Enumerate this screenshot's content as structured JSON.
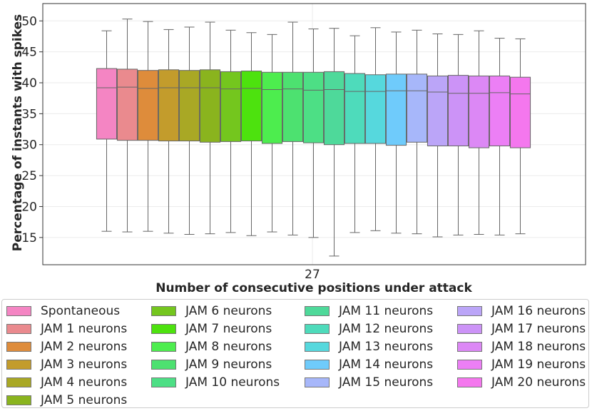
{
  "chart_data": {
    "type": "box",
    "xlabel": "Number of consecutive positions under attack",
    "ylabel": "Percentage of instants with spikes",
    "categories": [
      "27"
    ],
    "ylim": [
      10.6,
      52.8
    ],
    "yticks": [
      15,
      20,
      25,
      30,
      35,
      40,
      45,
      50
    ],
    "grid": true,
    "legend_placement": "bottom",
    "series": [
      {
        "name": "Spontaneous",
        "color": "#f485c3",
        "whisker_low": 16.0,
        "q1": 30.9,
        "median": 39.2,
        "q3": 42.3,
        "whisker_high": 48.4
      },
      {
        "name": "JAM 1 neurons",
        "color": "#ea8a8e",
        "whisker_low": 15.9,
        "q1": 30.7,
        "median": 39.3,
        "q3": 42.2,
        "whisker_high": 50.3
      },
      {
        "name": "JAM 2 neurons",
        "color": "#de8c3b",
        "whisker_low": 16.0,
        "q1": 30.7,
        "median": 39.1,
        "q3": 42.0,
        "whisker_high": 49.9
      },
      {
        "name": "JAM 3 neurons",
        "color": "#c39c2c",
        "whisker_low": 15.7,
        "q1": 30.6,
        "median": 39.2,
        "q3": 42.1,
        "whisker_high": 48.6
      },
      {
        "name": "JAM 4 neurons",
        "color": "#a9a825",
        "whisker_low": 15.5,
        "q1": 30.6,
        "median": 39.2,
        "q3": 42.0,
        "whisker_high": 49.0
      },
      {
        "name": "JAM 5 neurons",
        "color": "#8ab41e",
        "whisker_low": 15.6,
        "q1": 30.4,
        "median": 39.2,
        "q3": 42.1,
        "whisker_high": 49.8
      },
      {
        "name": "JAM 6 neurons",
        "color": "#74c61e",
        "whisker_low": 15.8,
        "q1": 30.5,
        "median": 39.0,
        "q3": 41.8,
        "whisker_high": 48.5
      },
      {
        "name": "JAM 7 neurons",
        "color": "#4de20e",
        "whisker_low": 15.3,
        "q1": 30.6,
        "median": 39.1,
        "q3": 41.9,
        "whisker_high": 48.1
      },
      {
        "name": "JAM 8 neurons",
        "color": "#4ded4e",
        "whisker_low": 15.9,
        "q1": 30.2,
        "median": 38.9,
        "q3": 41.7,
        "whisker_high": 47.8
      },
      {
        "name": "JAM 9 neurons",
        "color": "#4de170",
        "whisker_low": 15.4,
        "q1": 30.5,
        "median": 39.0,
        "q3": 41.7,
        "whisker_high": 49.8
      },
      {
        "name": "JAM 10 neurons",
        "color": "#4ddf85",
        "whisker_low": 15.0,
        "q1": 30.3,
        "median": 38.8,
        "q3": 41.7,
        "whisker_high": 48.7
      },
      {
        "name": "JAM 11 neurons",
        "color": "#4ed99a",
        "whisker_low": 12.0,
        "q1": 30.0,
        "median": 38.9,
        "q3": 41.8,
        "whisker_high": 48.8
      },
      {
        "name": "JAM 12 neurons",
        "color": "#4edbbb",
        "whisker_low": 15.8,
        "q1": 30.2,
        "median": 38.6,
        "q3": 41.5,
        "whisker_high": 47.6
      },
      {
        "name": "JAM 13 neurons",
        "color": "#56d8dd",
        "whisker_low": 16.1,
        "q1": 30.2,
        "median": 38.6,
        "q3": 41.3,
        "whisker_high": 48.9
      },
      {
        "name": "JAM 14 neurons",
        "color": "#6fcbfb",
        "whisker_low": 15.7,
        "q1": 29.9,
        "median": 38.7,
        "q3": 41.4,
        "whisker_high": 48.2
      },
      {
        "name": "JAM 15 neurons",
        "color": "#a7b7fa",
        "whisker_low": 15.6,
        "q1": 30.4,
        "median": 38.7,
        "q3": 41.4,
        "whisker_high": 48.5
      },
      {
        "name": "JAM 16 neurons",
        "color": "#bba5f8",
        "whisker_low": 15.1,
        "q1": 29.8,
        "median": 38.5,
        "q3": 41.1,
        "whisker_high": 47.9
      },
      {
        "name": "JAM 17 neurons",
        "color": "#cc93f7",
        "whisker_low": 15.4,
        "q1": 29.8,
        "median": 38.3,
        "q3": 41.2,
        "whisker_high": 47.8
      },
      {
        "name": "JAM 18 neurons",
        "color": "#dc88f5",
        "whisker_low": 15.5,
        "q1": 29.5,
        "median": 38.3,
        "q3": 41.1,
        "whisker_high": 48.4
      },
      {
        "name": "JAM 19 neurons",
        "color": "#ec7ff5",
        "whisker_low": 15.4,
        "q1": 29.8,
        "median": 38.4,
        "q3": 41.1,
        "whisker_high": 47.2
      },
      {
        "name": "JAM 20 neurons",
        "color": "#f477ee",
        "whisker_low": 15.6,
        "q1": 29.5,
        "median": 38.2,
        "q3": 40.9,
        "whisker_high": 47.1
      }
    ]
  }
}
